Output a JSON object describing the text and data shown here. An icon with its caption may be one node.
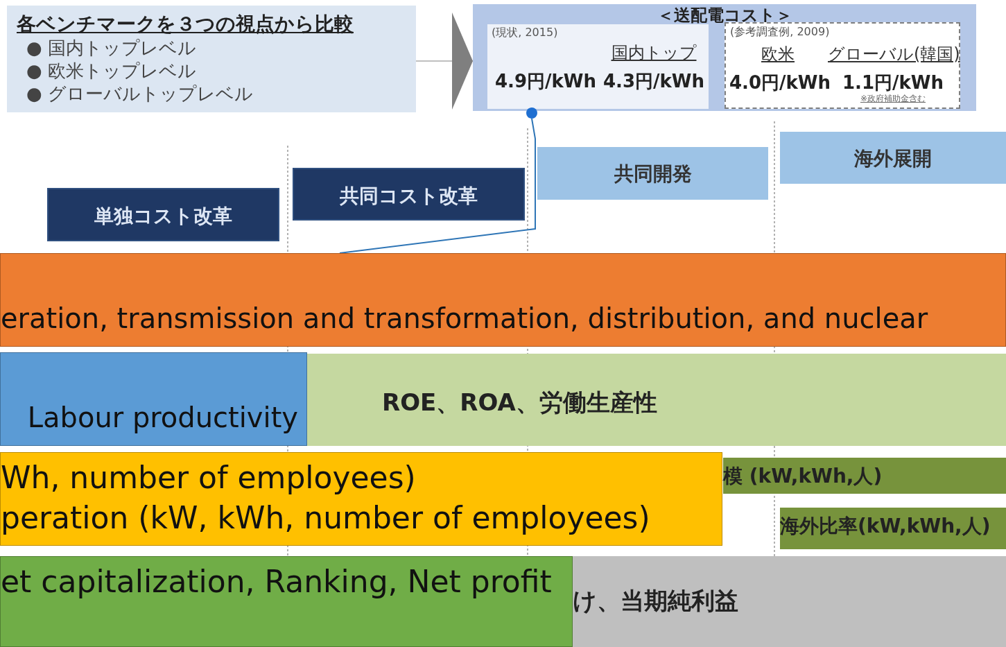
{
  "diagram": {
    "nodes": [
      {
        "text": [
          "各ベンチマークを３つの視点から比較",
          "● 国内トップレベル",
          "● 欧米トップレベル",
          "● グローバルトップレベル"
        ]
      },
      {
        "text": [
          "＜送配電コスト＞"
        ]
      },
      {
        "text": [
          "(現状, 2015)"
        ],
        "in": 1
      },
      {
        "text": [
          "4.9円/kWh"
        ],
        "in": 2
      },
      {
        "text": [
          "国内トップ",
          "4.3円/kWh"
        ],
        "in": 2
      },
      {
        "text": [
          "(参考調査例, 2009)"
        ],
        "in": 1
      },
      {
        "text": [
          "欧米",
          "4.0円/kWh"
        ],
        "in": 5
      },
      {
        "text": [
          "グローバル(韓国)",
          "1.1円/kWh",
          "※政府補助金含む"
        ],
        "in": 5
      },
      {
        "text": [],
        "shape": "circle"
      },
      {
        "text": [
          "単独コスト改革"
        ]
      },
      {
        "text": [
          "共同コスト改革"
        ]
      },
      {
        "text": [
          "共同開発"
        ]
      },
      {
        "text": [
          "海外展開"
        ]
      },
      {
        "text": [
          "eration, transmission and transformation, distribution, and nuclear"
        ]
      },
      {
        "text": [
          "Labour productivity"
        ]
      },
      {
        "text": [
          "ROE、ROA、労働生産性"
        ]
      },
      {
        "text": [
          "模 (kW,kWh,人)"
        ]
      },
      {
        "text": [
          "海外比率(kW,kWh,人)"
        ]
      },
      {
        "text": [
          "Wh, number of employees)",
          "peration (kW, kWh, number of employees)"
        ]
      },
      {
        "text": [
          "et capitalization, Ranking, Net profit"
        ]
      },
      {
        "text": [
          "け、当期純利益"
        ]
      }
    ],
    "edges": [
      {
        "from": 0,
        "to": 1,
        "arrow": "to"
      },
      {
        "from": 8,
        "to": 13,
        "arrow": "none",
        "color": "#2e75b6"
      }
    ]
  }
}
